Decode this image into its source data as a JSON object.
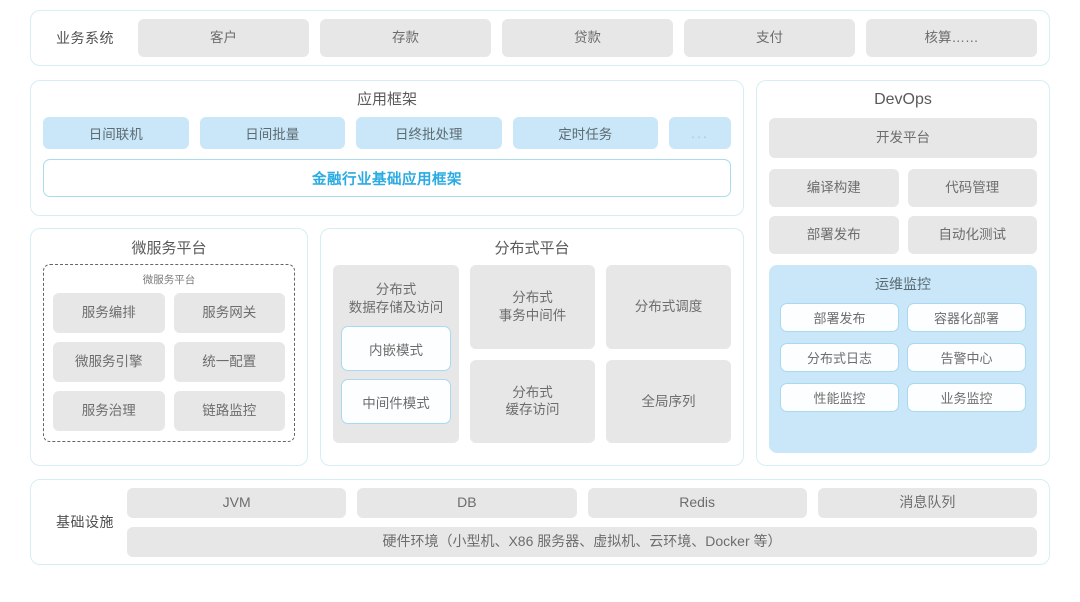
{
  "business_row": {
    "label": "业务系统",
    "items": [
      "客户",
      "存款",
      "贷款",
      "支付",
      "核算……"
    ]
  },
  "app_framework": {
    "title": "应用框架",
    "chips": [
      "日间联机",
      "日间批量",
      "日终批处理",
      "定时任务",
      "..."
    ],
    "bar_label": "金融行业基础应用框架",
    "bar_color": "#2aabe2"
  },
  "microservice": {
    "title": "微服务平台",
    "inner_label": "微服务平台",
    "items": [
      "服务编排",
      "服务网关",
      "微服务引擎",
      "统一配置",
      "服务治理",
      "链路监控"
    ]
  },
  "distributed": {
    "title": "分布式平台",
    "col1_title": "分布式\n数据存储及访问",
    "col1_title_line1": "分布式",
    "col1_title_line2": "数据存储及访问",
    "col1_items": [
      "内嵌模式",
      "中间件模式"
    ],
    "cells": [
      {
        "line1": "分布式",
        "line2": "事务中间件"
      },
      {
        "line1": "分布式调度",
        "line2": ""
      },
      {
        "line1": "分布式",
        "line2": "缓存访问"
      },
      {
        "line1": "全局序列",
        "line2": ""
      }
    ]
  },
  "devops": {
    "title": "DevOps",
    "platform": "开发平台",
    "items": [
      "编译构建",
      "代码管理",
      "部署发布",
      "自动化测试"
    ],
    "ops": {
      "title": "运维监控",
      "items": [
        "部署发布",
        "容器化部署",
        "分布式日志",
        "告警中心",
        "性能监控",
        "业务监控"
      ],
      "bg_color": "#c9e7f8"
    }
  },
  "infrastructure": {
    "label": "基础设施",
    "top_items": [
      "JVM",
      "DB",
      "Redis",
      "消息队列"
    ],
    "bottom_item": "硬件环境（小型机、X86 服务器、虚拟机、云环境、Docker 等）"
  },
  "theme": {
    "panel_border": "#d6eef5",
    "chip_grey": "#e7e7e7",
    "chip_blue": "#c9e7f8",
    "text_grey": "#6d6d6d"
  }
}
